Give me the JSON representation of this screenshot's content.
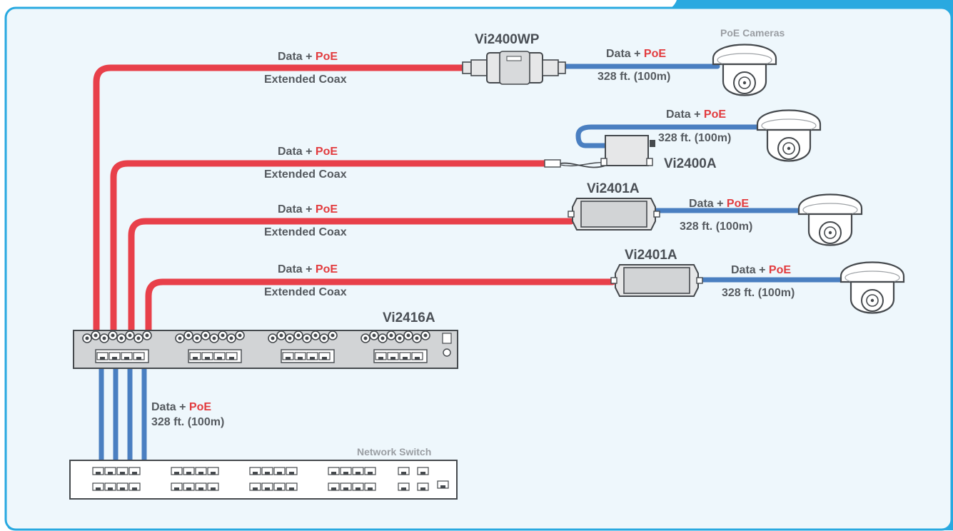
{
  "title_labels": {
    "vi2400wp": "Vi2400WP",
    "vi2400a": "Vi2400A",
    "vi2401a_top": "Vi2401A",
    "vi2401a_bottom": "Vi2401A",
    "vi2416a": "Vi2416A",
    "poe_cameras": "PoE Cameras",
    "network_switch": "Network Switch"
  },
  "link_labels": {
    "data_plus": "Data + ",
    "poe": "PoE",
    "extended_coax": "Extended Coax",
    "distance": "328 ft. (100m)"
  },
  "colors": {
    "coax_red": "#e8404a",
    "ethernet_blue": "#4a7fc1",
    "frame_blue": "#29a9e0",
    "panel_bg": "#eef7fc",
    "poe_text": "#e23b3e",
    "device_gray": "#c8cacc"
  },
  "icons": [
    "poe-camera-icon",
    "coax-extender-icon",
    "rack-unit-icon",
    "network-switch-icon"
  ]
}
